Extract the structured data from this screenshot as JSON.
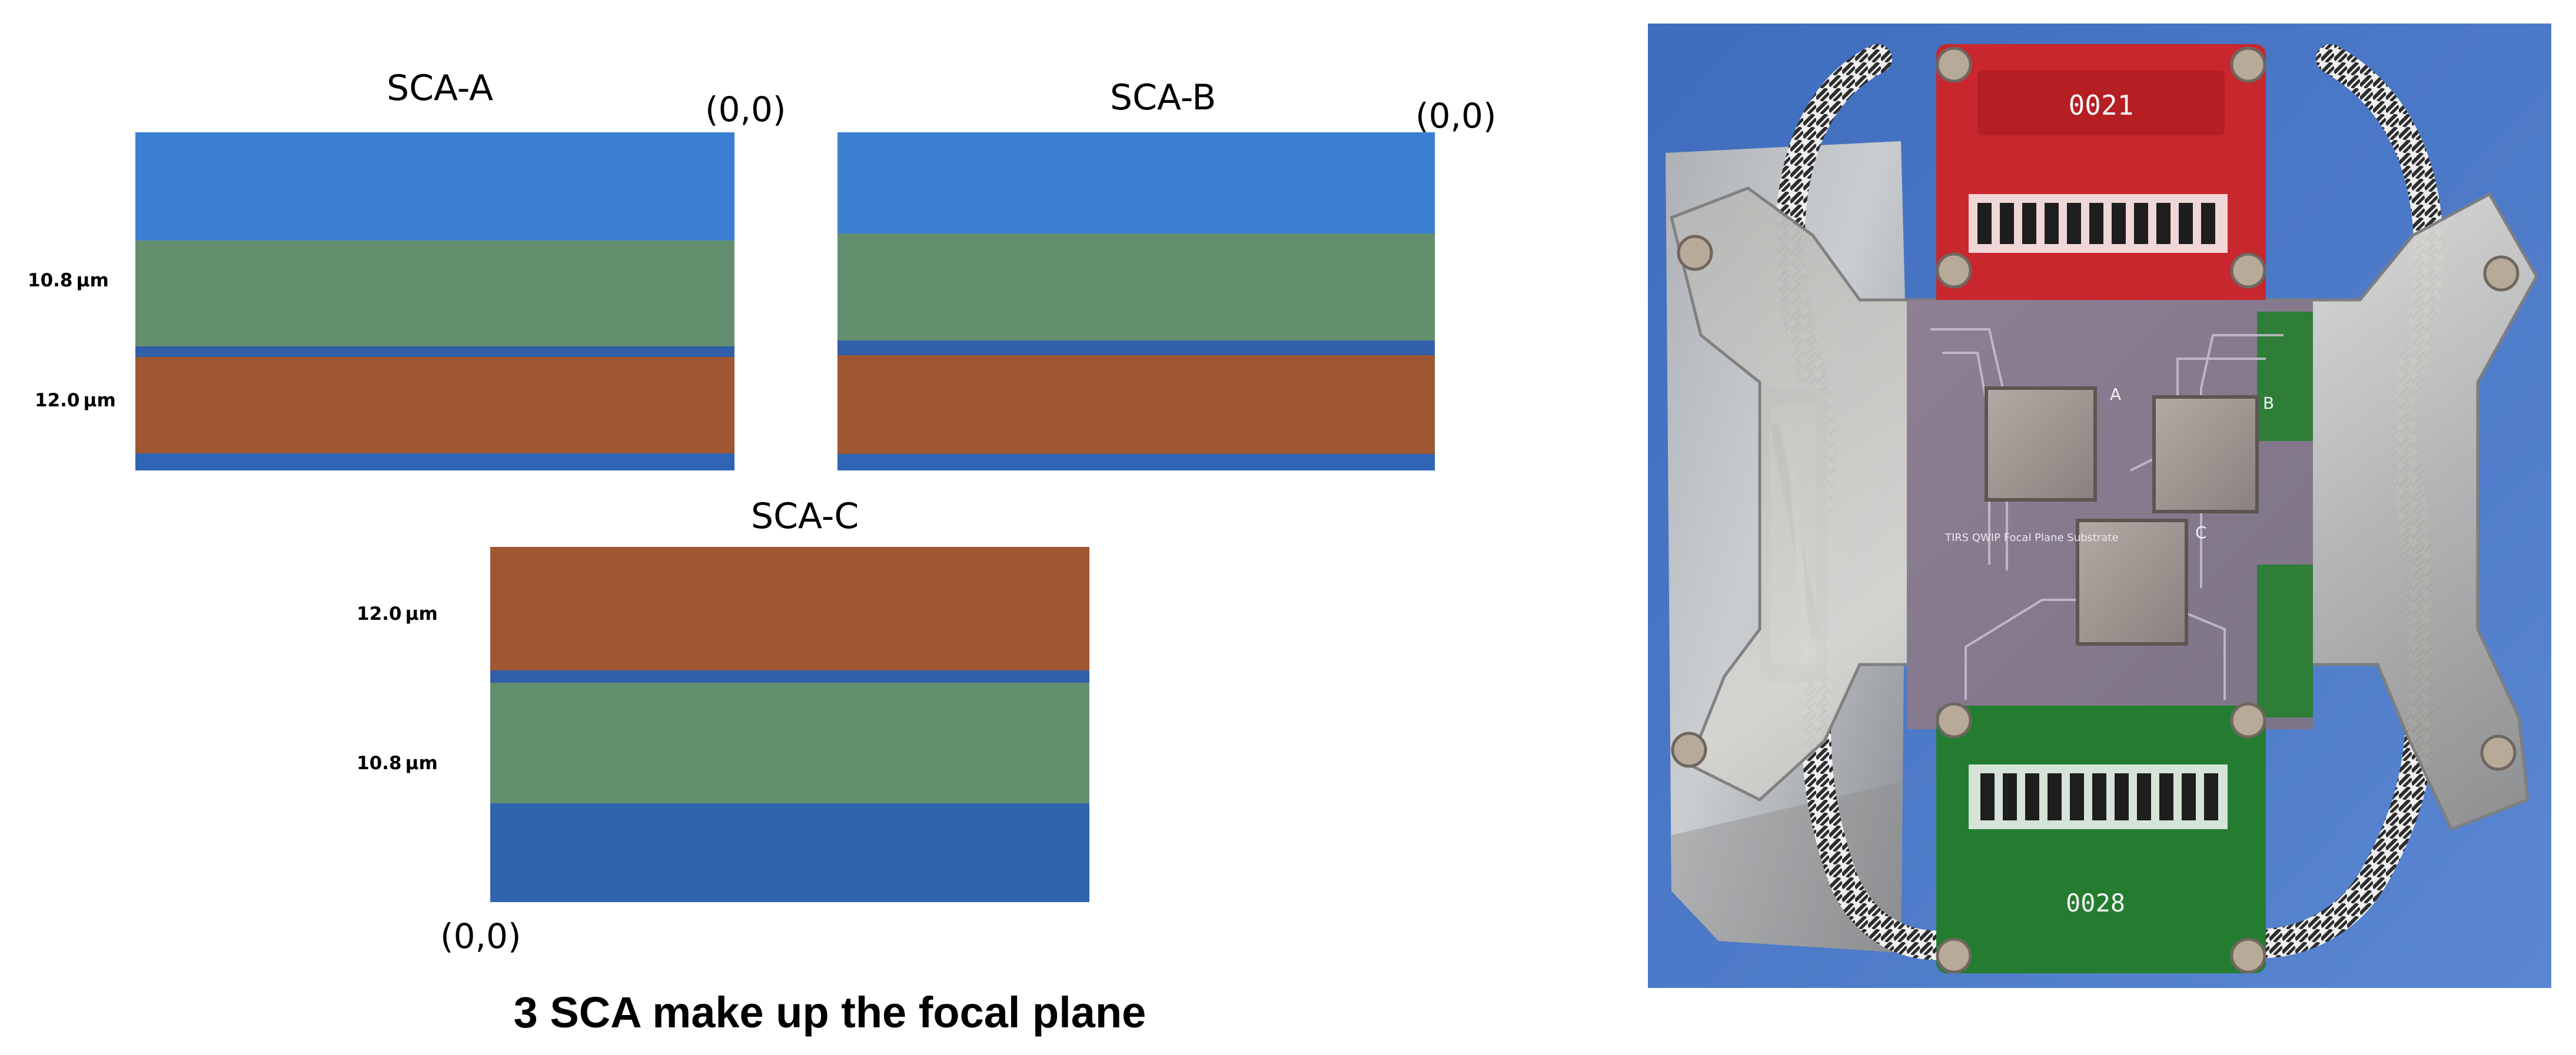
{
  "diagram": {
    "sca_a": {
      "title": "SCA-A",
      "origin": "(0,0)",
      "label_green": "10.8 µm",
      "label_orange": "12.0 µm"
    },
    "sca_b": {
      "title": "SCA-B",
      "origin": "(0,0)"
    },
    "sca_c": {
      "title": "SCA-C",
      "origin": "(0,0)",
      "label_orange": "12.0 µm",
      "label_green": "10.8 µm"
    },
    "caption": "3 SCA make up the focal plane",
    "colors": {
      "blue": "#3f7fcf",
      "green": "#5f8f6b",
      "orange": "#9f5733",
      "dark_blue": "#2f5fa7"
    }
  },
  "photo": {
    "description_icon": "focal-plane-assembly-photo",
    "chip_labels": [
      "A",
      "B",
      "C"
    ],
    "top_board_serial": "0021",
    "bottom_board_serial": "0028",
    "substrate_text": "TIRS QWIP Focal Plane Substrate"
  }
}
